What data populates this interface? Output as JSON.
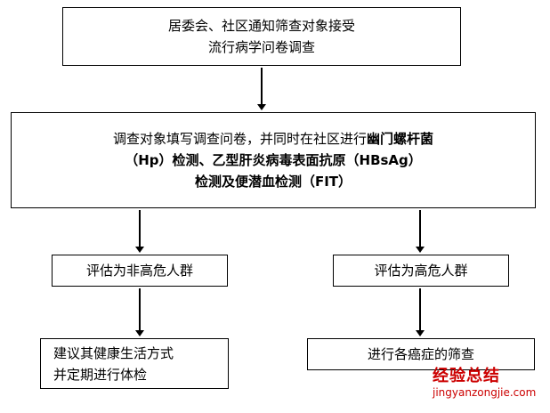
{
  "flowchart": {
    "box_notification": {
      "line1": "居委会、社区通知筛查对象接受",
      "line2": "流行病学问卷调查"
    },
    "box_survey_tests": {
      "line1_normal": "调查对象填写调查问卷，并同时在社区进行",
      "line1_bold": "幽门螺杆菌",
      "line2_bold": "（Hp）检测、乙型肝炎病毒表面抗原（HBsAg）",
      "line3_bold": "检测及便潜血检测（FIT）"
    },
    "box_non_high_risk": {
      "label": "评估为非高危人群"
    },
    "box_high_risk": {
      "label": "评估为高危人群"
    },
    "box_healthy_lifestyle": {
      "line1": "建议其健康生活方式",
      "line2": "并定期进行体检"
    },
    "box_cancer_screening": {
      "label": "进行各癌症的筛查"
    }
  },
  "watermark": {
    "title": "经验总结",
    "url": "jingyanzongjie.com",
    "color": "#cc0000"
  },
  "colors": {
    "line": "#000000",
    "background": "#ffffff"
  }
}
